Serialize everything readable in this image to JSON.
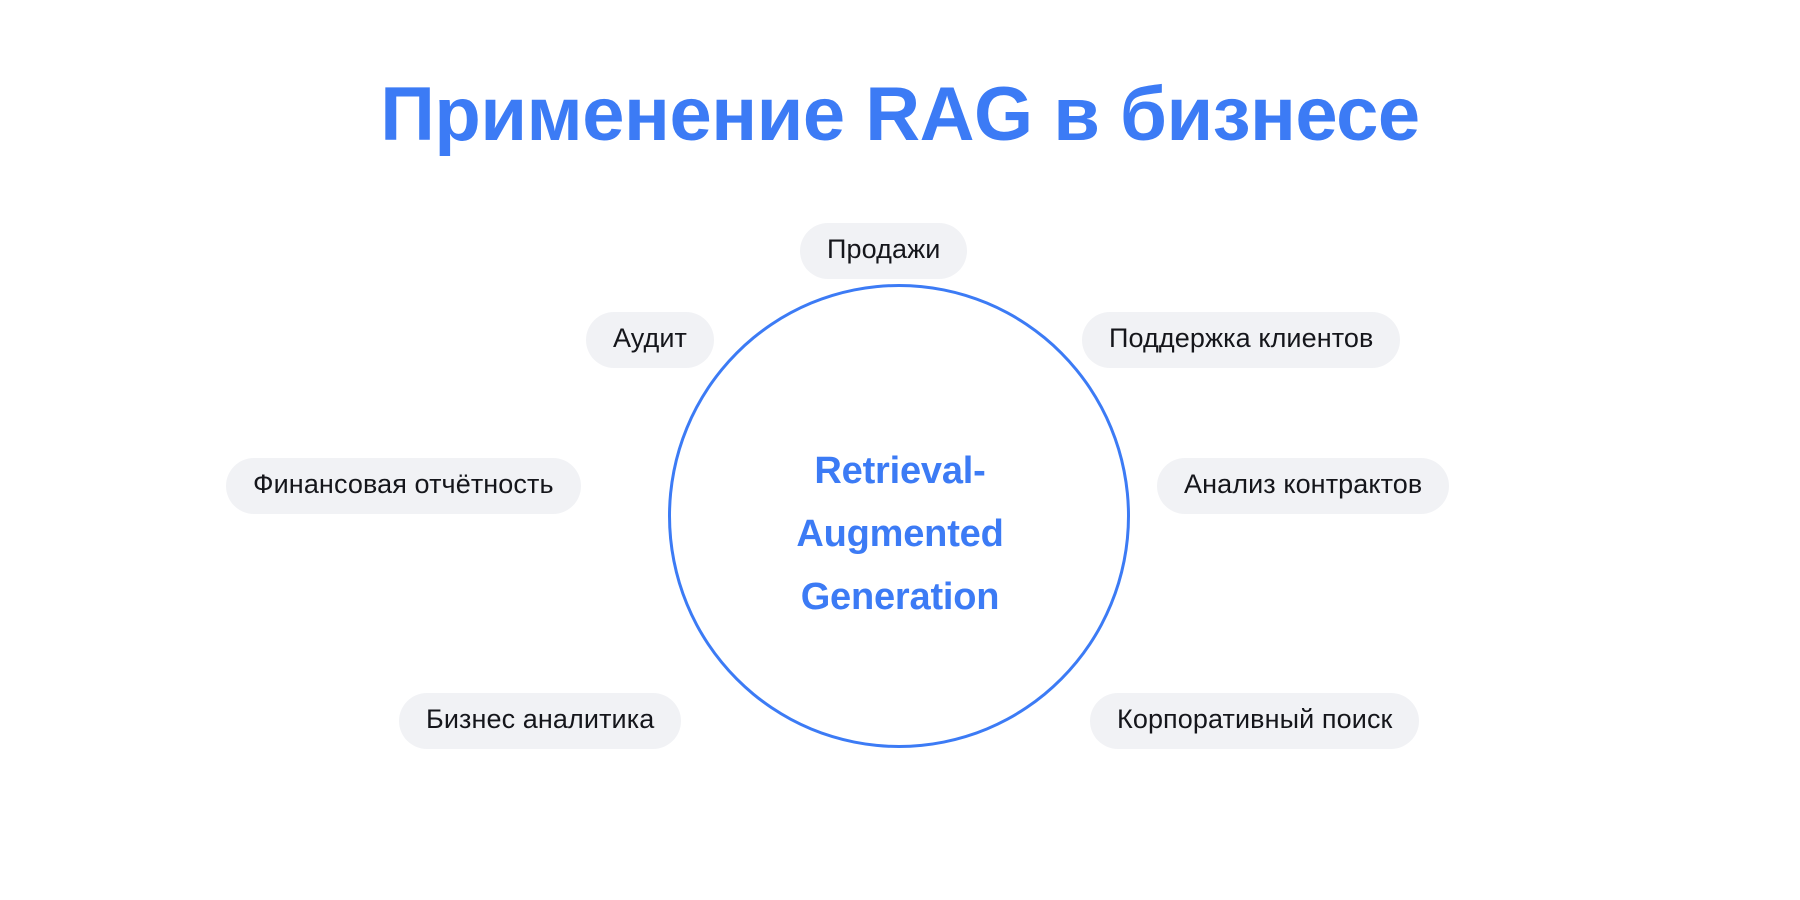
{
  "slide": {
    "background_color": "#FFFFFF",
    "title": "Применение RAG в бизнесе",
    "title_color": "#3C7BF5"
  },
  "diagram": {
    "type": "hub-and-spoke",
    "center": {
      "lines": [
        "Retrieval-",
        "Augmented",
        "Generation"
      ],
      "text_color": "#3C7BF5",
      "circle_stroke_color": "#3C7BF5"
    },
    "pill_background_color": "#F1F2F5",
    "pill_text_color": "#15161B",
    "nodes": [
      {
        "label": "Продажи",
        "position": "top"
      },
      {
        "label": "Аудит",
        "position": "upper-left"
      },
      {
        "label": "Поддержка клиентов",
        "position": "upper-right"
      },
      {
        "label": "Финансовая отчётность",
        "position": "left"
      },
      {
        "label": "Анализ контрактов",
        "position": "right"
      },
      {
        "label": "Бизнес аналитика",
        "position": "lower-left"
      },
      {
        "label": "Корпоративный поиск",
        "position": "lower-right"
      }
    ]
  }
}
